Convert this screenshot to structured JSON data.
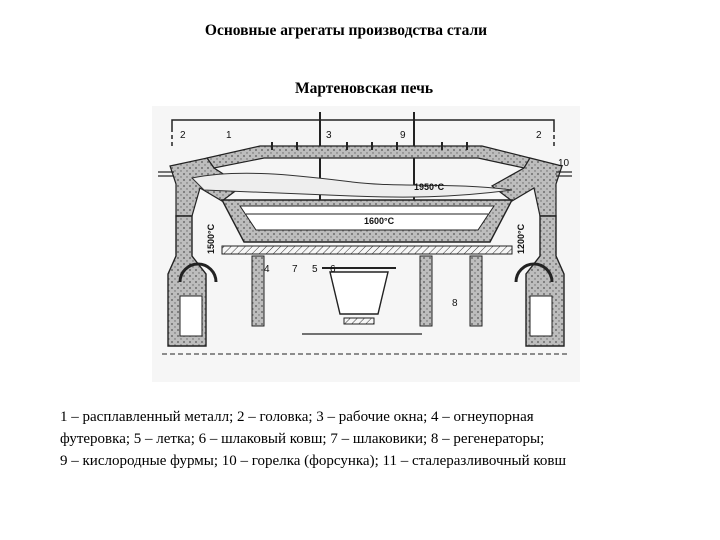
{
  "title": "Основные агрегаты производства стали",
  "subtitle": "Мартеновская печь",
  "figure": {
    "icon": "open-hearth-furnace-diagram",
    "callouts": [
      "1",
      "2",
      "2",
      "3",
      "4",
      "5",
      "6",
      "7",
      "8",
      "9",
      "10"
    ],
    "temperatures": {
      "flame": "1950°C",
      "metal": "1600°C",
      "left_regenerator": "1500°C",
      "right_regenerator": "1200°C"
    }
  },
  "legend": {
    "line1": "1 – расплавленный металл; 2 – головка; 3 – рабочие окна; 4 – огнеупорная",
    "line2": "футеровка; 5 – летка; 6 – шлаковый ковш; 7 – шлаковики; 8 – регенераторы;",
    "line3": "9 – кислородные фурмы; 10 – горелка (форсунка); 11 – сталеразливочный ковш"
  }
}
